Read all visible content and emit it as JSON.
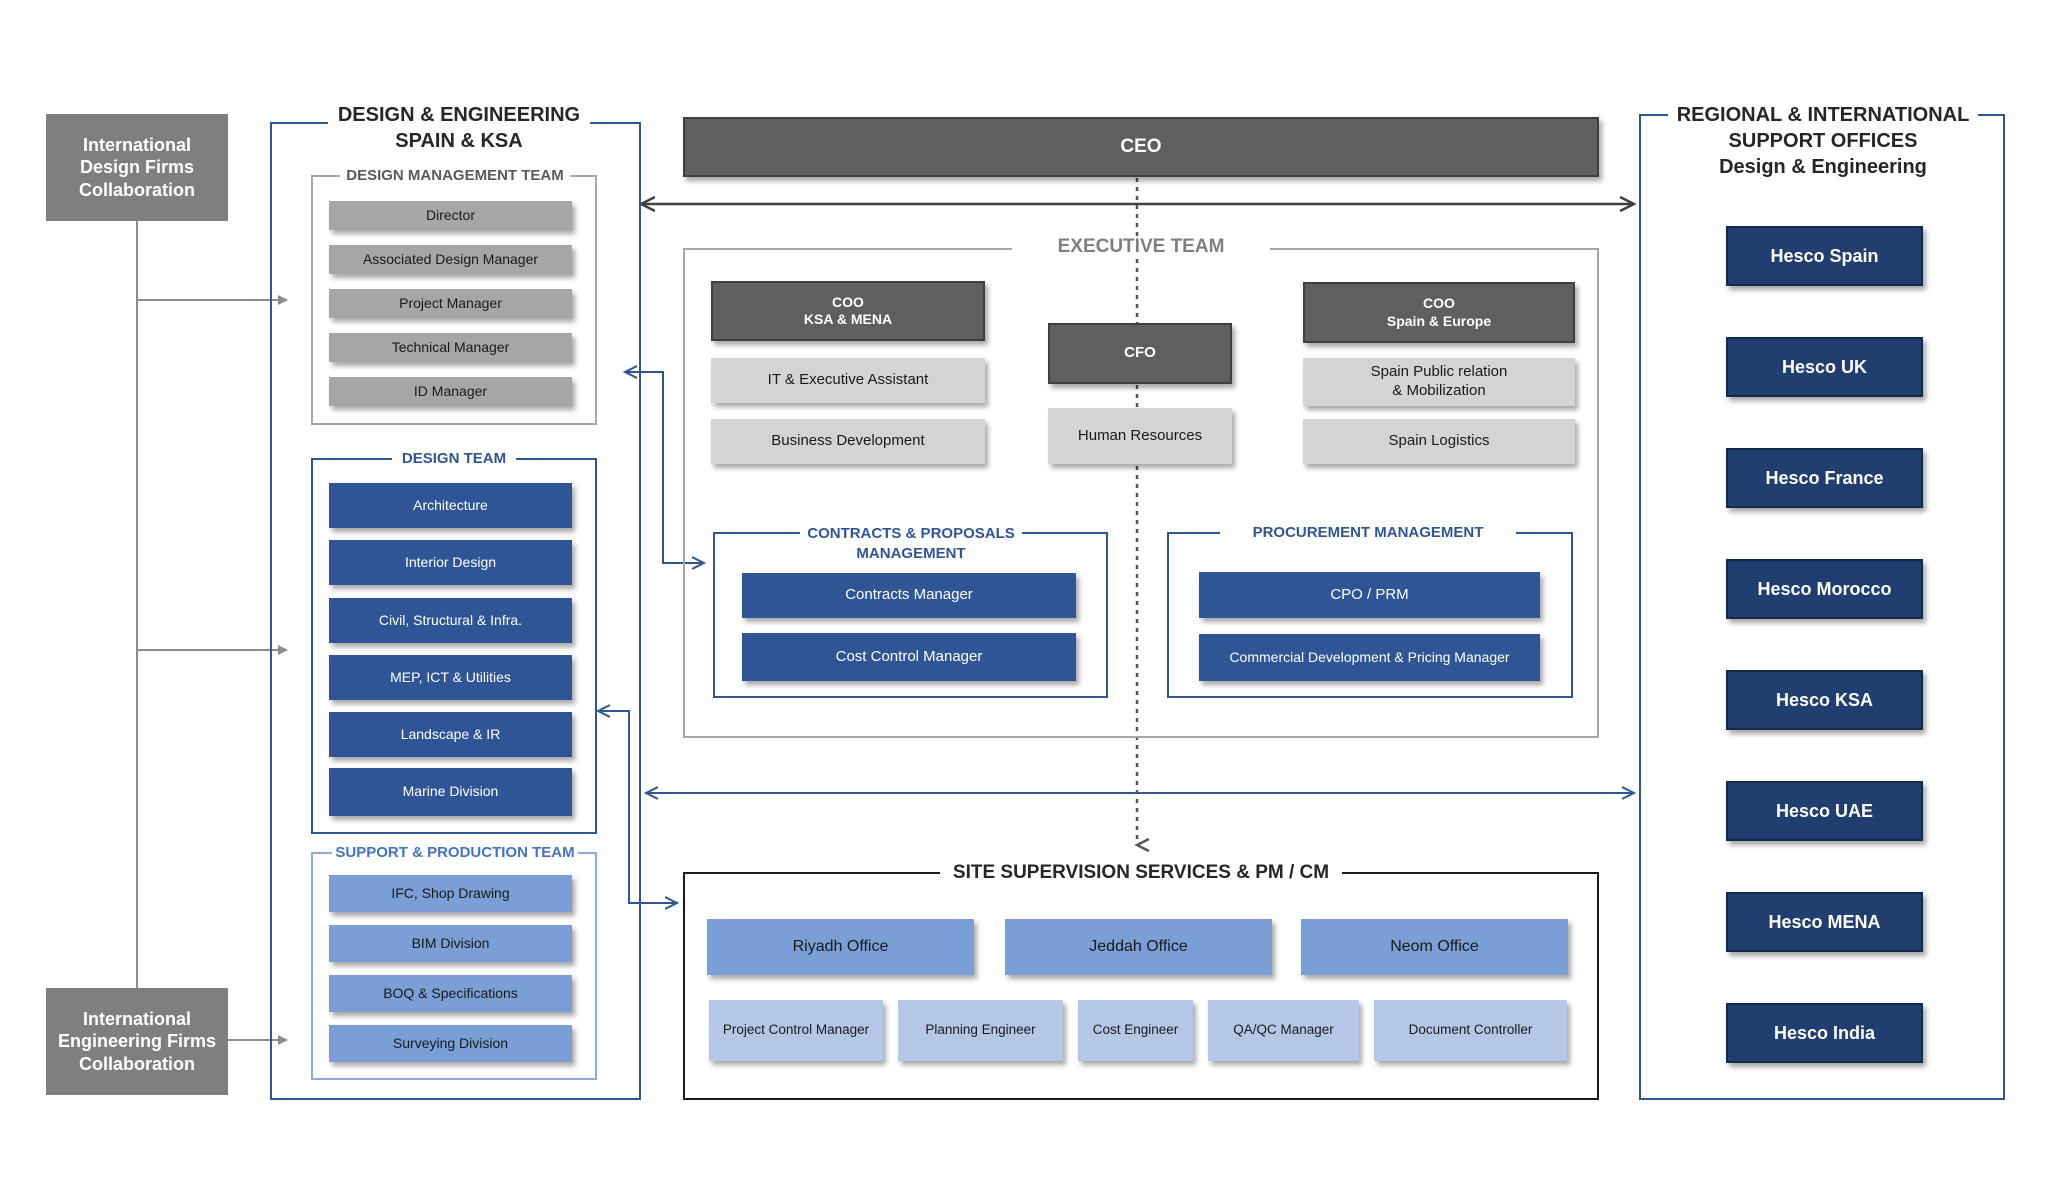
{
  "intl_design": {
    "label": "International Design Firms Collaboration"
  },
  "intl_engineering": {
    "label": "International Engineering Firms Collaboration"
  },
  "design_engineering": {
    "title_line1": "DESIGN & ENGINEERING",
    "title_line2": "SPAIN & KSA",
    "management_team": {
      "title": "DESIGN MANAGEMENT TEAM",
      "items": [
        "Director",
        "Associated Design Manager",
        "Project Manager",
        "Technical Manager",
        "ID Manager"
      ]
    },
    "design_team": {
      "title": "DESIGN TEAM",
      "items": [
        "Architecture",
        "Interior Design",
        "Civil, Structural & Infra.",
        "MEP, ICT  & Utilities",
        "Landscape & IR",
        "Marine Division"
      ]
    },
    "support_team": {
      "title": "SUPPORT & PRODUCTION TEAM",
      "items": [
        "IFC, Shop Drawing",
        "BIM  Division",
        "BOQ & Specifications",
        "Surveying Division"
      ]
    }
  },
  "ceo": {
    "label": "CEO"
  },
  "executive_team": {
    "title": "EXECUTIVE TEAM",
    "coo_ksa": {
      "line1": "COO",
      "line2": "KSA & MENA"
    },
    "coo_spain": {
      "line1": "COO",
      "line2": "Spain & Europe"
    },
    "cfo": {
      "label": "CFO"
    },
    "ksa_items": [
      "IT & Executive Assistant",
      "Business Development"
    ],
    "cfo_items": [
      "Human Resources"
    ],
    "spain_items": [
      {
        "line1": "Spain Public relation",
        "line2": "& Mobilization"
      },
      {
        "line1": "Spain Logistics",
        "line2": ""
      }
    ],
    "contracts": {
      "title_line1": "CONTRACTS & PROPOSALS",
      "title_line2": "MANAGEMENT",
      "items": [
        "Contracts Manager",
        "Cost Control Manager"
      ]
    },
    "procurement": {
      "title": "PROCUREMENT MANAGEMENT",
      "items": [
        "CPO / PRM",
        "Commercial Development & Pricing Manager"
      ]
    }
  },
  "site_supervision": {
    "title": "SITE SUPERVISION SERVICES & PM / CM",
    "offices": [
      "Riyadh Office",
      "Jeddah Office",
      "Neom Office"
    ],
    "roles": [
      "Project Control Manager",
      "Planning Engineer",
      "Cost Engineer",
      "QA/QC  Manager",
      "Document Controller"
    ]
  },
  "regional": {
    "title_line1": "REGIONAL & INTERNATIONAL",
    "title_line2": "SUPPORT OFFICES",
    "title_line3": "Design & Engineering",
    "offices": [
      "Hesco Spain",
      "Hesco UK",
      "Hesco France",
      "Hesco Morocco",
      "Hesco KSA",
      "Hesco UAE",
      "Hesco MENA",
      "Hesco India"
    ]
  },
  "colors": {
    "navy": "#2f5597",
    "dark_navy": "#203f70",
    "gray": "#5f5f5f",
    "sky": "#7a9fd6"
  }
}
